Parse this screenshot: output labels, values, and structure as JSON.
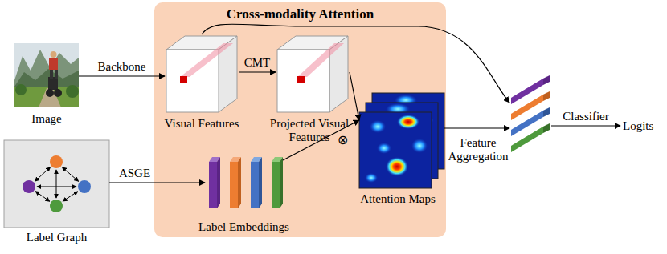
{
  "diagram": {
    "nodes": [
      {
        "text": [
          "Cross-modality Attention"
        ]
      },
      {
        "text": [
          "Image"
        ]
      },
      {
        "text": [
          "Visual Features"
        ],
        "in": 0
      },
      {
        "text": [
          "Projected Visual Features"
        ],
        "in": 0
      },
      {
        "text": [
          "Attention Maps"
        ],
        "in": 0
      },
      {
        "text": [
          "Label Embeddings"
        ],
        "in": 0
      },
      {
        "text": [
          "Label Graph"
        ]
      },
      {
        "text": [
          "Feature Aggregation"
        ]
      },
      {
        "text": [
          "Logits"
        ]
      }
    ],
    "edges": [
      {
        "from": 1,
        "to": 2,
        "label": "Backbone",
        "arrow": "to"
      },
      {
        "from": 2,
        "to": 3,
        "label": "CMT",
        "arrow": "to"
      },
      {
        "from": 3,
        "to": 4,
        "arrow": "to"
      },
      {
        "from": 6,
        "to": 5,
        "label": "ASGE",
        "arrow": "to"
      },
      {
        "from": 5,
        "to": 4,
        "arrow": "to"
      },
      {
        "from": 4,
        "to": 7,
        "arrow": "to"
      },
      {
        "from": 2,
        "to": 7,
        "arrow": "to"
      },
      {
        "from": 7,
        "to": 8,
        "label": "Classifier",
        "arrow": "to"
      }
    ],
    "labels": [
      "⊗"
    ]
  }
}
